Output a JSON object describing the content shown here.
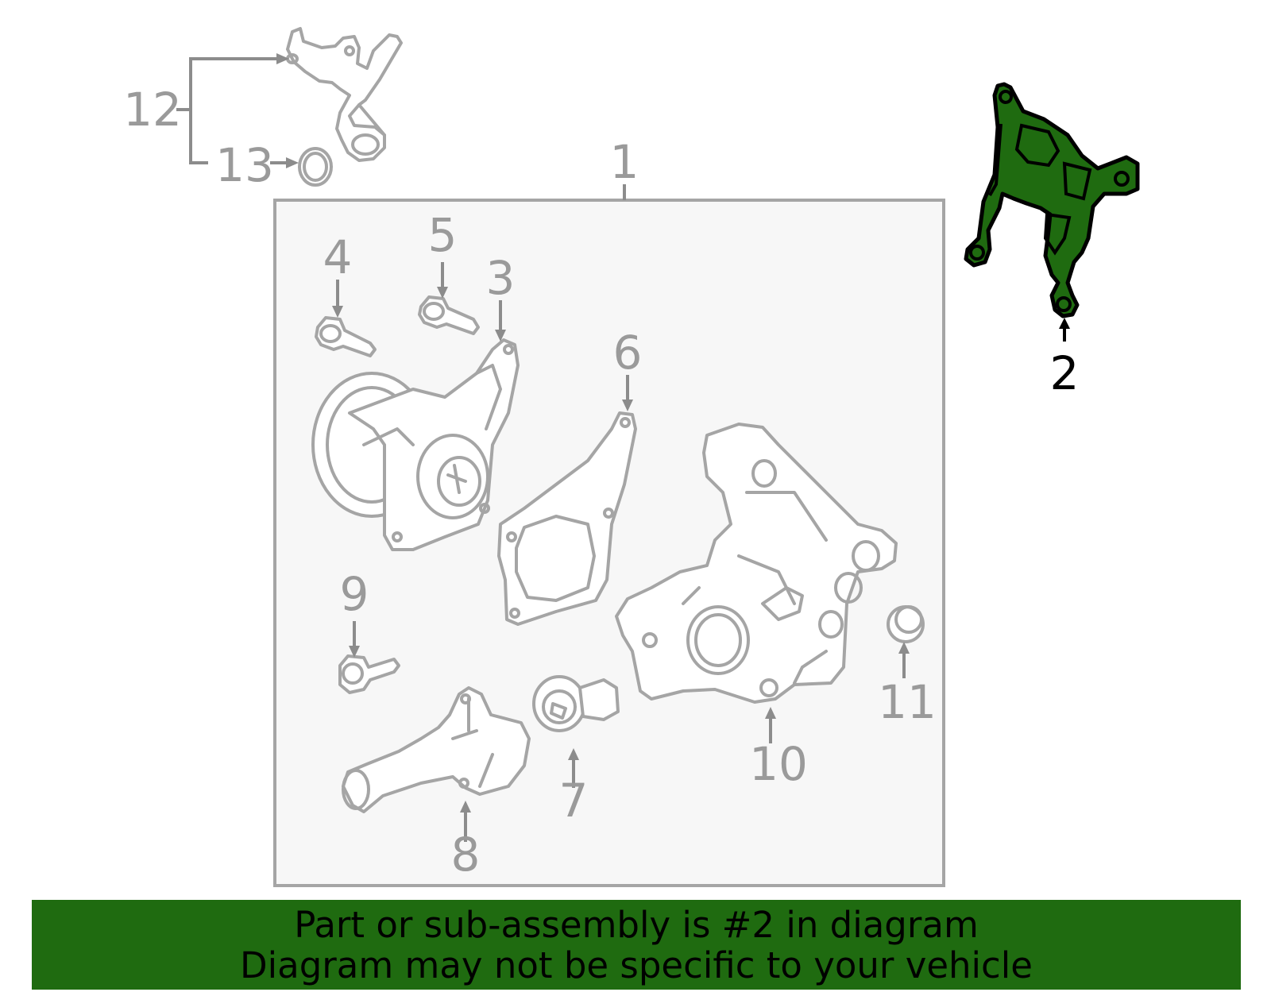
{
  "callouts": {
    "c1": "1",
    "c2": "2",
    "c3": "3",
    "c4": "4",
    "c5": "5",
    "c6": "6",
    "c7": "7",
    "c8": "8",
    "c9": "9",
    "c10": "10",
    "c11": "11",
    "c12": "12",
    "c13": "13"
  },
  "banner": {
    "line1": "Part or sub-assembly is #2 in diagram",
    "line2": "Diagram may not be specific to your vehicle"
  },
  "colors": {
    "highlight_fill": "#1f6b10",
    "banner_background": "#1f6b10",
    "part_outline": "#a5a5a5",
    "assembly_box_fill": "#f7f7f7"
  }
}
